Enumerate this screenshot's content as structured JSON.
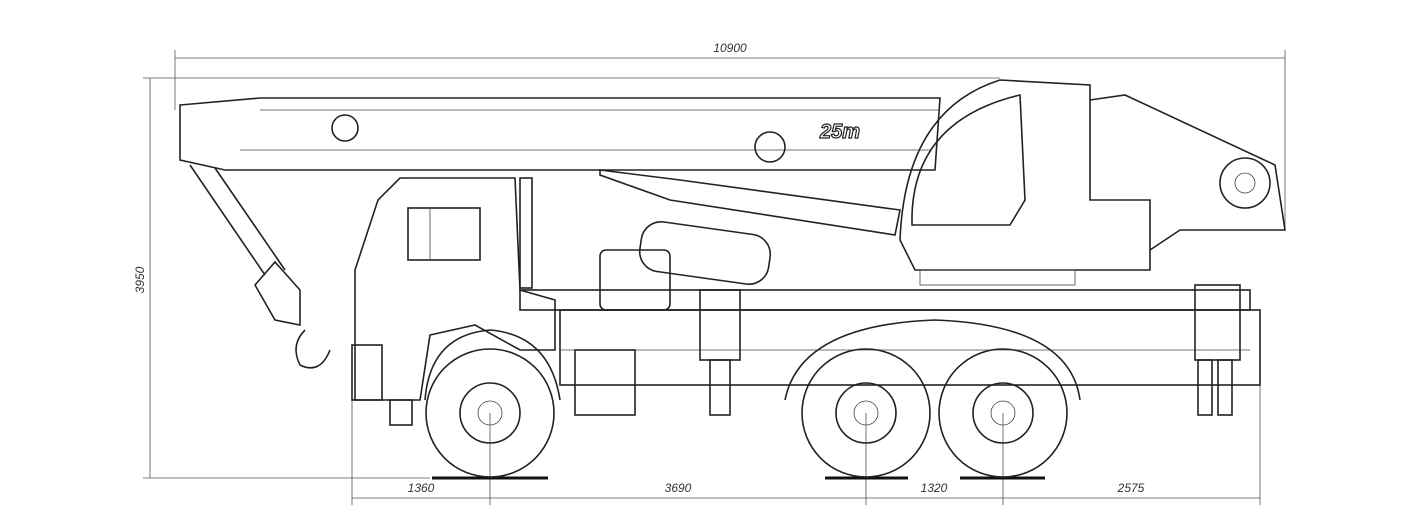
{
  "drawing": {
    "title_label": "25т",
    "dimensions": {
      "overall_length": "10900",
      "overall_height": "3950",
      "front_overhang": "1360",
      "wheelbase_front": "3690",
      "tandem_spacing": "1320",
      "rear_overhang": "2575"
    }
  }
}
